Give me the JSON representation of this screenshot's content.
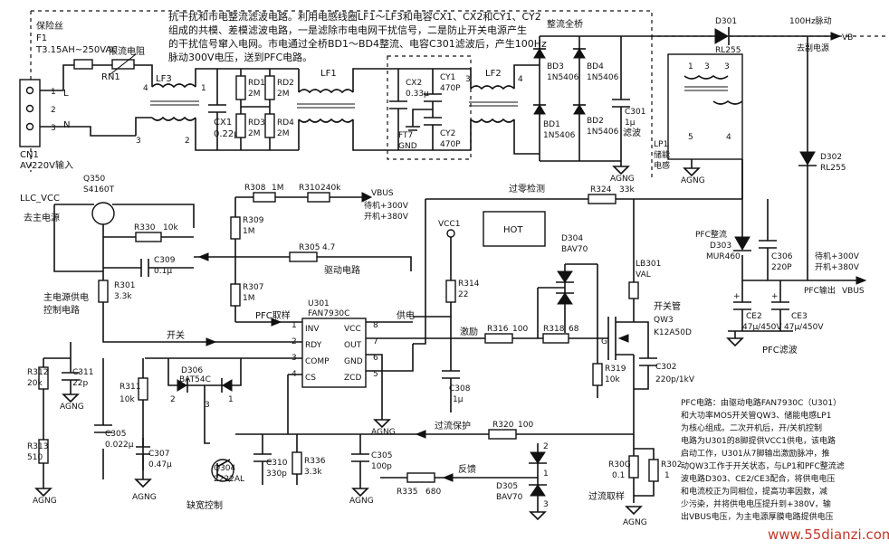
{
  "colors": {
    "line": "#111111",
    "background": "#ffffff",
    "watermark": "#c0392b"
  },
  "notes": {
    "top": [
      "抗干扰和市电整流滤波电路。利用电感线圈LF1～LF3和电容CX1、CX2和CY1、CY2",
      "组成的共模、差模滤波电路，一是滤除市电电网干扰信号，二是防止开关电源产生",
      "的干扰信号窜入电网。市电通过全桥BD1～BD4整流、电容C301滤波后，产生100Hz",
      "脉动300V电压，送到PFC电路。"
    ],
    "pfc": [
      "PFC电路：由驱动电路FAN7930C（U301）",
      "和大功率MOS开关管QW3、储能电感LP1",
      "为核心组成。二次开机后，开/关机控制",
      "电路为U301的8脚提供VCC1供电，该电路",
      "启动工作，U301从7脚输出激励脉冲，推",
      "动QW3工作于开关状态，与LP1和PFC整流滤",
      "波电路D303、CE2/CE3配合，将供电电压",
      "和电流校正为同相位，提高功率因数，减",
      "少污染，并将供电电压提升到+380V，输",
      "出VBUS电压，为主电源厚膜电路提供电压"
    ]
  },
  "labels": {
    "fuse": [
      "保险丝",
      "F1",
      "T3.15AH~250VAC"
    ],
    "rn1": [
      "RN1",
      "限流电阻"
    ],
    "input": [
      "CN1",
      "AV220V输入",
      "L",
      "N"
    ],
    "lf3": "LF3",
    "lf1": "LF1",
    "lf2": "LF2",
    "cx1": [
      "CX1",
      "0.22μ"
    ],
    "rd1": [
      "RD1",
      "2M"
    ],
    "rd2": [
      "RD2",
      "2M"
    ],
    "rd3": [
      "RD3",
      "2M"
    ],
    "rd4": [
      "RD4",
      "2M"
    ],
    "cx2": [
      "CX2",
      "0.33μ"
    ],
    "cy1": [
      "CY1",
      "470P"
    ],
    "cy2": [
      "CY2",
      "470P"
    ],
    "gnd": [
      "FT7",
      "GND"
    ],
    "bridge": "整流全桥",
    "bd3": [
      "BD3",
      "1N5406"
    ],
    "bd4": [
      "BD4",
      "1N5406"
    ],
    "bd1": [
      "BD1",
      "1N5406"
    ],
    "bd2": [
      "BD2",
      "1N5406"
    ],
    "c301": [
      "C301",
      "1μ",
      "滤波"
    ],
    "lp1": [
      "LP1",
      "储能",
      "电感"
    ],
    "d301": [
      "D301",
      "RL255"
    ],
    "vb": [
      "100Hz脉动",
      "VB",
      "去副电源"
    ],
    "d302": [
      "D302",
      "RL255"
    ],
    "q350": [
      "Q350",
      "S4160T"
    ],
    "llc": [
      "LLC_VCC",
      "去主电源"
    ],
    "r308": [
      "R308",
      "1M"
    ],
    "r310": [
      "R310",
      "240k"
    ],
    "vbus": [
      "VBUS",
      "待机+300V",
      "开机+380V"
    ],
    "r309": [
      "R309",
      "1M"
    ],
    "r307": [
      "R307",
      "1M"
    ],
    "r330": [
      "R330",
      "10k"
    ],
    "c309": [
      "C309",
      "0.1μ"
    ],
    "r305": [
      "R305",
      "4.7"
    ],
    "drive": "驱动电路",
    "zero": "过零检测",
    "r324": [
      "R324",
      "33k"
    ],
    "vcc1": "VCC1",
    "hot": "HOT",
    "r314": [
      "R314",
      "22"
    ],
    "d304": [
      "D304",
      "BAV70"
    ],
    "lb301": [
      "LB301",
      "VAL"
    ],
    "r301": [
      "R301",
      "3.3k"
    ],
    "mainctl": [
      "主电源供电",
      "控制电路"
    ],
    "u301": [
      "U301",
      "FAN7930C"
    ],
    "pins": [
      "INV",
      "RDY",
      "COMP",
      "CS",
      "VCC",
      "OUT",
      "GND",
      "ZCD"
    ],
    "pfcsample": "PFC取样",
    "supply": "供电",
    "switch": "开关",
    "excite": "激励",
    "r316": [
      "R316",
      "100"
    ],
    "r318": [
      "R318",
      "68"
    ],
    "qw3": [
      "开关管",
      "QW3",
      "K12A50D"
    ],
    "c302": [
      "C302",
      "220p/1kV"
    ],
    "d303": [
      "PFC整流",
      "D303",
      "MUR460"
    ],
    "c306": [
      "C306",
      "220P"
    ],
    "stb": [
      "待机+300V",
      "开机+380V"
    ],
    "pfcout": [
      "VBUS",
      "PFC输出"
    ],
    "ce2": [
      "CE2",
      "47μ/450V"
    ],
    "ce3": [
      "CE3",
      "47μ/450V"
    ],
    "pfcfilter": "PFC滤波",
    "r312": [
      "R312",
      "20k"
    ],
    "c311": [
      "C311",
      "22p"
    ],
    "r313": [
      "R313",
      "510"
    ],
    "r311": [
      "R311",
      "10k"
    ],
    "d306": [
      "D306",
      "BAT54C"
    ],
    "c305": [
      "C305",
      "0.022μ"
    ],
    "c307": [
      "C307",
      "0.47μ"
    ],
    "q304": [
      "Q304",
      "2222AL"
    ],
    "c310": [
      "C310",
      "330p"
    ],
    "r336": [
      "R336",
      "3.3k"
    ],
    "c308": [
      "C308",
      "1μ"
    ],
    "r319": [
      "R319",
      "10k"
    ],
    "ocp": "过流保护",
    "r320": [
      "R320",
      "100"
    ],
    "c305b": [
      "C305",
      "100p"
    ],
    "feedback": "反馈",
    "r335": [
      "R335",
      "680"
    ],
    "d305": [
      "D305",
      "BAV70"
    ],
    "r30g": [
      "R30G",
      "0.1"
    ],
    "r302": [
      "R302",
      "1"
    ],
    "ocsample": "过流取样",
    "softstart": "缺宽控制",
    "agnd": "AGNG",
    "watermark": "www.55dianzi.com"
  }
}
